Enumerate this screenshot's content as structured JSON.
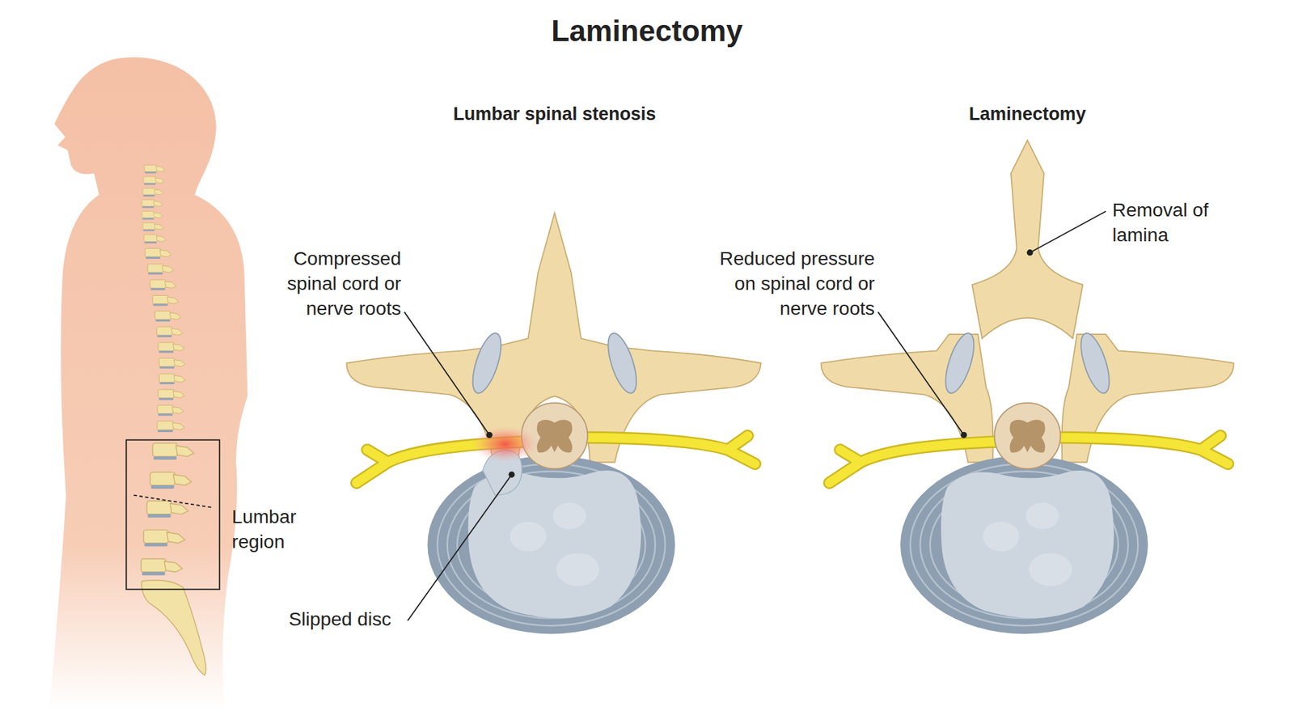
{
  "diagram": {
    "title": "Laminectomy",
    "labels": [
      "Lumbar spinal stenosis",
      "Laminectomy",
      "Compressed spinal cord or nerve roots",
      "Slipped disc",
      "Reduced pressure on spinal cord or nerve roots",
      "Removal of lamina",
      "Lumbar region"
    ]
  }
}
